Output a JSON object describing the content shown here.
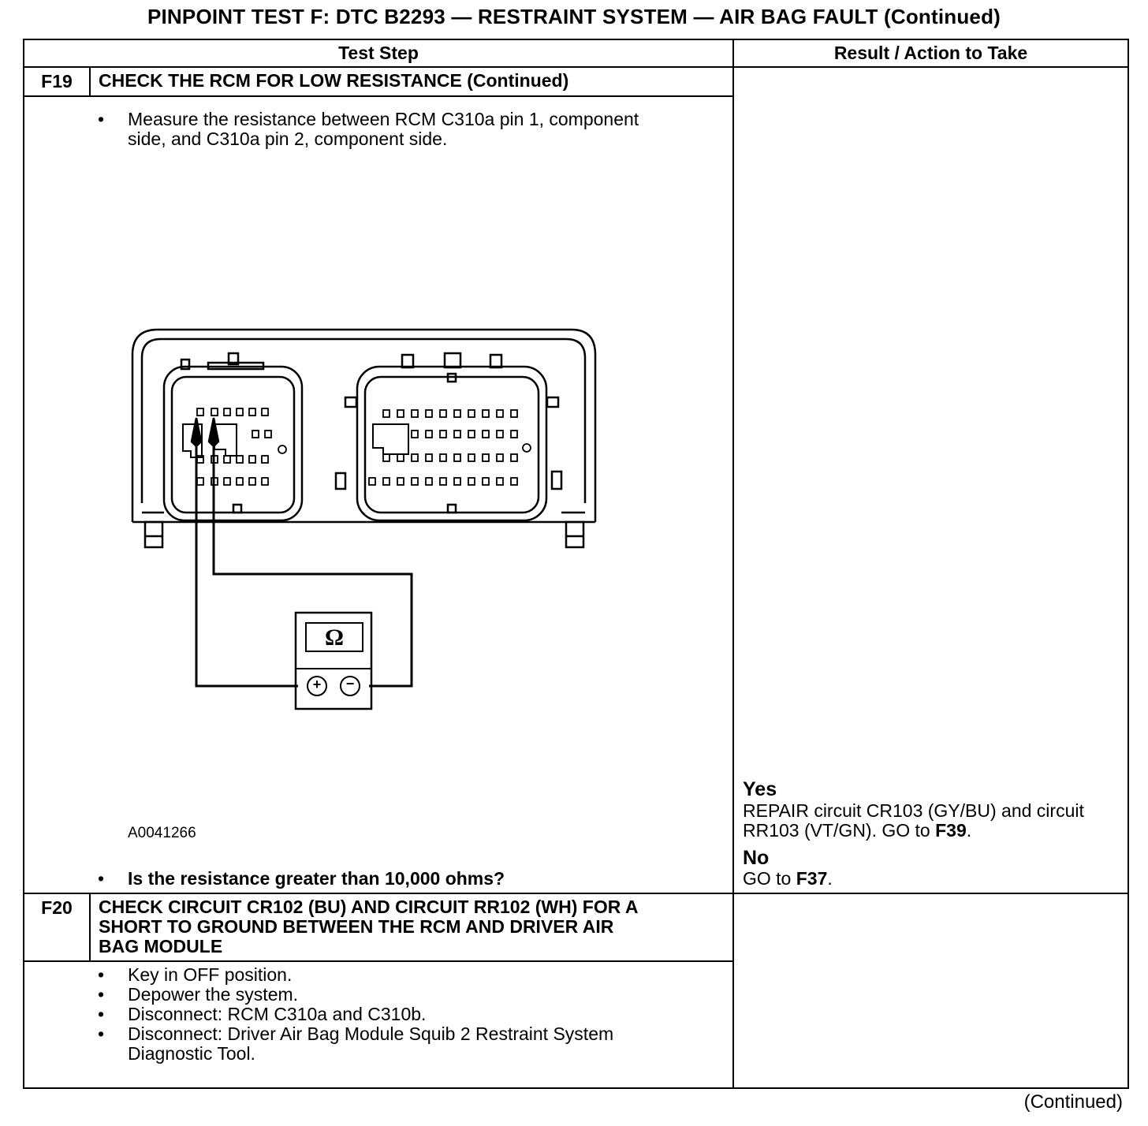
{
  "page_title": "PINPOINT TEST  F: DTC B2293 — RESTRAINT SYSTEM — AIR BAG FAULT (Continued)",
  "table": {
    "headers": {
      "test_step": "Test Step",
      "result": "Result / Action to Take"
    }
  },
  "steps": [
    {
      "id": "F19",
      "title": "CHECK THE RCM FOR LOW RESISTANCE (Continued)",
      "bullets": [
        {
          "line1": "Measure the resistance between RCM C310a pin 1, component",
          "line2": "side, and C310a pin 2, component side."
        },
        {
          "text": "Is the resistance greater than 10,000 ohms?"
        }
      ],
      "figure_id": "A0041266",
      "meter_symbol": "Ω",
      "terminals": {
        "plus": "+",
        "minus": "−"
      },
      "results": {
        "yes_label": "Yes",
        "yes_line1": "REPAIR circuit CR103 (GY/BU) and circuit",
        "yes_line2_prefix": "RR103 (VT/GN). GO to ",
        "yes_line2_ref": "F39",
        "yes_line2_suffix": ".",
        "no_label": "No",
        "no_prefix": "GO to ",
        "no_ref": "F37",
        "no_suffix": "."
      }
    },
    {
      "id": "F20",
      "title_line1": "CHECK CIRCUIT CR102 (BU) AND CIRCUIT RR102 (WH) FOR A",
      "title_line2": "SHORT TO GROUND BETWEEN THE RCM AND DRIVER AIR",
      "title_line3": "BAG MODULE",
      "bullets": [
        {
          "text": "Key in OFF position."
        },
        {
          "text": "Depower the system."
        },
        {
          "text": "Disconnect: RCM C310a and C310b."
        },
        {
          "line1": "Disconnect: Driver Air Bag Module Squib 2 Restraint System",
          "line2": "Diagnostic Tool."
        }
      ]
    }
  ],
  "footer": "(Continued)"
}
